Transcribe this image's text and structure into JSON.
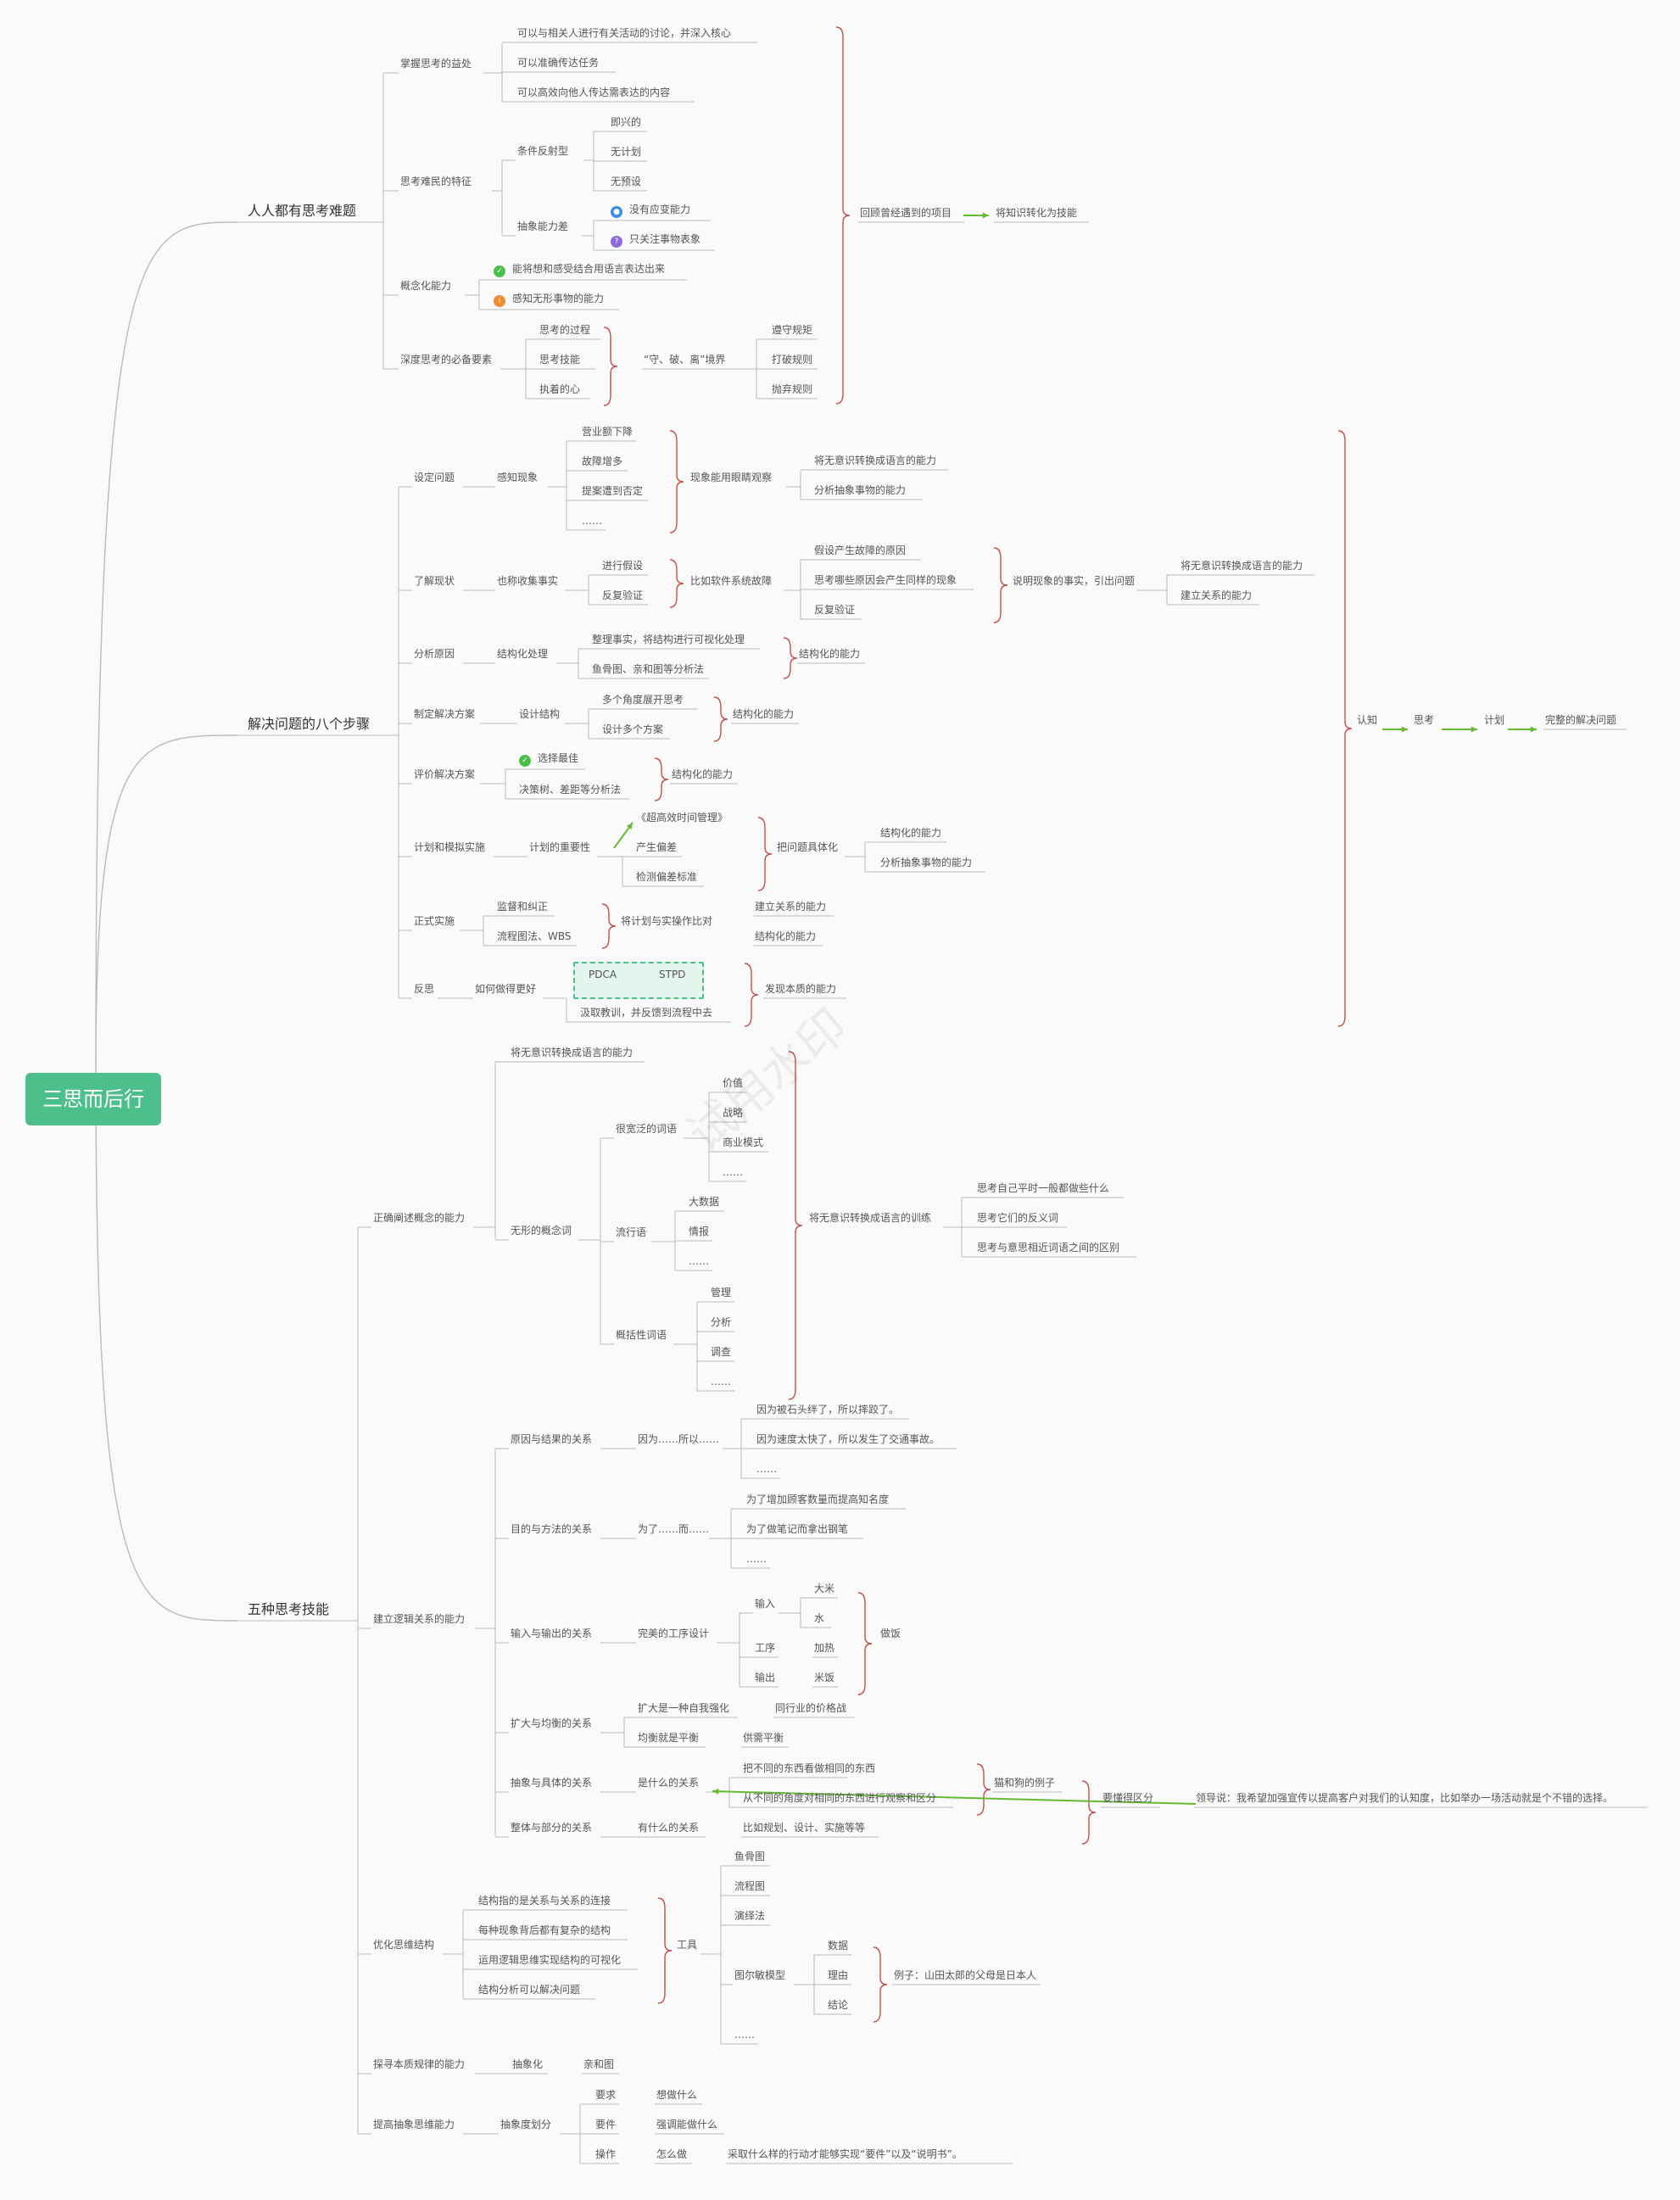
{
  "root": "三思而后行",
  "watermark": "试用水印",
  "colors": {
    "line": "#bbbbbb",
    "brace": "#c0504d",
    "arrow": "#66bb33",
    "root_bg": "#4cbf8a",
    "pdca_border": "#4cbf8a",
    "pdca_bg": "#e3f5ec"
  },
  "icons": {
    "i1": {
      "name": "blue-badge-icon",
      "glyph": "●",
      "color": "#3a8ee6"
    },
    "i2": {
      "name": "question-icon",
      "glyph": "?",
      "color": "#8e6bd6"
    },
    "i3": {
      "name": "thumbs-up-icon",
      "glyph": "✓",
      "color": "#4cbf4c"
    },
    "i4": {
      "name": "info-icon",
      "glyph": "i",
      "color": "#f08c32"
    },
    "i5": {
      "name": "thumbs-up-icon",
      "glyph": "✓",
      "color": "#4cbf4c"
    }
  },
  "branches": {
    "b1": {
      "label": "人人都有思考难题",
      "n1": "掌握思考的益处",
      "n1a": "可以与相关人进行有关活动的讨论，并深入核心",
      "n1b": "可以准确传达任务",
      "n1c": "可以高效向他人传达需表达的内容",
      "n2": "思考难民的特征",
      "n2a": "条件反射型",
      "n2a1": "即兴的",
      "n2a2": "无计划",
      "n2a3": "无预设",
      "n2b": "抽象能力差",
      "n2b1": "没有应变能力",
      "n2b2": "只关注事物表象",
      "n3": "概念化能力",
      "n3a": "能将想和感受结合用语言表达出来",
      "n3b": "感知无形事物的能力",
      "n4": "深度思考的必备要素",
      "n4a": "思考的过程",
      "n4b": "思考技能",
      "n4c": "执着的心",
      "n4x": "“守、破、离”境界",
      "n4x1": "遵守规矩",
      "n4x2": "打破规则",
      "n4x3": "抛弃规则",
      "s1": "回顾曾经遇到的项目",
      "s2": "将知识转化为技能"
    },
    "b2": {
      "label": "解决问题的八个步骤",
      "a": "设定问题",
      "a1": "感知现象",
      "a1a": "营业额下降",
      "a1b": "故障增多",
      "a1c": "提案遭到否定",
      "a1d": "……",
      "a2": "现象能用眼睛观察",
      "a2a": "将无意识转换成语言的能力",
      "a2b": "分析抽象事物的能力",
      "b": "了解现状",
      "b1": "也称收集事实",
      "b1a": "进行假设",
      "b1b": "反复验证",
      "b2": "比如软件系统故障",
      "b2a": "假设产生故障的原因",
      "b2b": "思考哪些原因会产生同样的现象",
      "b2c": "反复验证",
      "b3": "说明现象的事实，引出问题",
      "b3a": "将无意识转换成语言的能力",
      "b3b": "建立关系的能力",
      "c": "分析原因",
      "c1": "结构化处理",
      "c1a": "整理事实，将结构进行可视化处理",
      "c1b": "鱼骨图、亲和图等分析法",
      "c2": "结构化的能力",
      "d": "制定解决方案",
      "d1": "设计结构",
      "d1a": "多个角度展开思考",
      "d1b": "设计多个方案",
      "d2": "结构化的能力",
      "e": "评价解决方案",
      "e1": "选择最佳",
      "e2": "决策树、差距等分析法",
      "e3": "结构化的能力",
      "f": "计划和模拟实施",
      "f1": "计划的重要性",
      "f1a": "《超高效时间管理》",
      "f1b": "产生偏差",
      "f1c": "检测偏差标准",
      "f2": "把问题具体化",
      "f2a": "结构化的能力",
      "f2b": "分析抽象事物的能力",
      "g": "正式实施",
      "g1": "监督和纠正",
      "g2": "流程图法、WBS",
      "g3": "将计划与实操作比对",
      "g3a": "建立关系的能力",
      "g3b": "结构化的能力",
      "h": "反思",
      "h1": "如何做得更好",
      "h1a": "PDCA",
      "h1b": "STPD",
      "h1c": "汲取教训，并反馈到流程中去",
      "h2": "发现本质的能力",
      "s1": "认知",
      "s2": "思考",
      "s3": "计划",
      "s4": "完整的解决问题"
    },
    "b3": {
      "label": "五种思考技能",
      "p": "正确阐述概念的能力",
      "p1": "将无意识转换成语言的能力",
      "p2": "无形的概念词",
      "p2a": "很宽泛的词语",
      "p2a1": "价值",
      "p2a2": "战略",
      "p2a3": "商业模式",
      "p2a4": "……",
      "p2b": "流行语",
      "p2b1": "大数据",
      "p2b2": "情报",
      "p2b3": "……",
      "p2c": "概括性词语",
      "p2c1": "管理",
      "p2c2": "分析",
      "p2c3": "调查",
      "p2c4": "……",
      "p3": "将无意识转换成语言的训练",
      "p3a": "思考自己平时一般都做些什么",
      "p3b": "思考它们的反义词",
      "p3c": "思考与意思相近词语之间的区别",
      "q": "建立逻辑关系的能力",
      "q1": "原因与结果的关系",
      "q1a": "因为……所以……",
      "q1a1": "因为被石头绊了，所以摔跤了。",
      "q1a2": "因为速度太快了，所以发生了交通事故。",
      "q1a3": "……",
      "q2": "目的与方法的关系",
      "q2a": "为了……而……",
      "q2a1": "为了增加顾客数量而提高知名度",
      "q2a2": "为了做笔记而拿出钢笔",
      "q2a3": "……",
      "q3": "输入与输出的关系",
      "q3a": "完美的工序设计",
      "q3b1": "输入",
      "q3b1a": "大米",
      "q3b1b": "水",
      "q3b2": "工序",
      "q3b2a": "加热",
      "q3b3": "输出",
      "q3b3a": "米饭",
      "q3c": "做饭",
      "q4": "扩大与均衡的关系",
      "q4a": "扩大是一种自我强化",
      "q4a1": "同行业的价格战",
      "q4b": "均衡就是平衡",
      "q4b1": "供需平衡",
      "q5": "抽象与具体的关系",
      "q5a": "是什么的关系",
      "q5a1": "把不同的东西看做相同的东西",
      "q5a2": "从不同的角度对相同的东西进行观察和区分",
      "q5b": "猫和狗的例子",
      "q5c": "要懂得区分",
      "q5d": "领导说：我希望加强宣传以提高客户对我们的认知度，比如举办一场活动就是个不错的选择。",
      "q6": "整体与部分的关系",
      "q6a": "有什么的关系",
      "q6a1": "比如规划、设计、实施等等",
      "r": "优化思维结构",
      "r1": "结构指的是关系与关系的连接",
      "r2": "每种现象背后都有复杂的结构",
      "r3": "运用逻辑思维实现结构的可视化",
      "r4": "结构分析可以解决问题",
      "r5": "工具",
      "r5a": "鱼骨图",
      "r5b": "流程图",
      "r5c": "演绎法",
      "r5d": "图尔敏模型",
      "r5d1": "数据",
      "r5d2": "理由",
      "r5d3": "结论",
      "r5d4": "例子：山田太郎的父母是日本人",
      "r5e": "……",
      "s": "探寻本质规律的能力",
      "s1": "抽象化",
      "s2": "亲和图",
      "t": "提高抽象思维能力",
      "t1": "抽象度划分",
      "t1a": "要求",
      "t1a1": "想做什么",
      "t1b": "要件",
      "t1b1": "强调能做什么",
      "t1c": "操作",
      "t1c1": "怎么做",
      "t1c2": "采取什么样的行动才能够实现“要件”以及“说明书”。"
    }
  }
}
